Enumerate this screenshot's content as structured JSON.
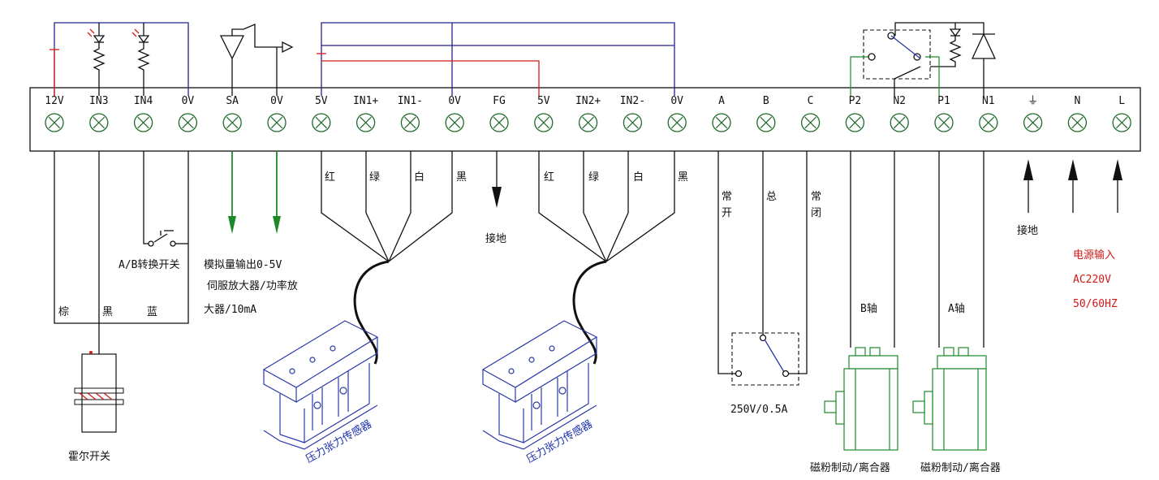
{
  "terminals": [
    "12V",
    "IN3",
    "IN4",
    "0V",
    "SA",
    "0V",
    "5V",
    "IN1+",
    "IN1-",
    "0V",
    "FG",
    "5V",
    "IN2+",
    "IN2-",
    "0V",
    "A",
    "B",
    "C",
    "P2",
    "N2",
    "P1",
    "N1",
    "⏚",
    "N",
    "L"
  ],
  "wire_colors_sensor1": [
    "红",
    "绿",
    "白",
    "黑"
  ],
  "wire_colors_sensor2": [
    "红",
    "绿",
    "白",
    "黑"
  ],
  "hall_wires": [
    "棕",
    "黑",
    "蓝"
  ],
  "ab_switch_label": "A/B转换开关",
  "analog_output_lines": [
    "模拟量输出0-5V",
    "伺服放大器/功率放",
    "大器/10mA"
  ],
  "fg_ground_label": "接地",
  "hall_switch_label": "霍尔开关",
  "sensor1_label": "压力张力传感器",
  "sensor2_label": "压力张力传感器",
  "relay_labels": [
    "常",
    "开",
    "总",
    "常",
    "闭"
  ],
  "relay_rating": "250V/0.5A",
  "axis_b_label": "B轴",
  "axis_a_label": "A轴",
  "brake_b_label": "磁粉制动/离合器",
  "brake_a_label": "磁粉制动/离合器",
  "ground_label": "接地",
  "power_lines": [
    "电源输入",
    "AC220V",
    "50/60HZ"
  ],
  "colors": {
    "blue_wire": "#23238e",
    "red_wire": "#d81a1a",
    "green_wire": "#1d8a2a",
    "sensor": "#2a3aa8",
    "power_text": "#d01818"
  }
}
